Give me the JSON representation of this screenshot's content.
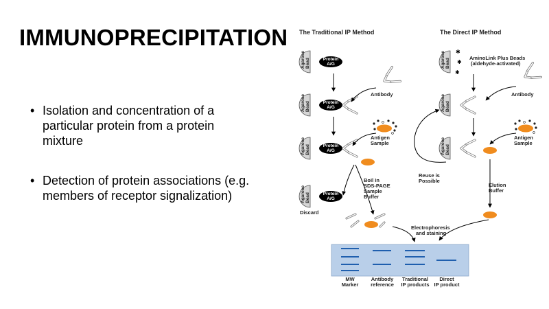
{
  "slide": {
    "title": "IMMUNOPRECIPITATION",
    "bullets": [
      "Isolation and concentration of a particular protein from a protein mixture",
      "Detection of protein associations (e.g. members of receptor signalization)"
    ]
  },
  "diagram": {
    "traditional_header": "The Traditional IP Method",
    "direct_header": "The Direct IP Method",
    "bead_label_1": "Agarose",
    "bead_label_2": "Bead",
    "protein_label_1": "Protein",
    "protein_label_2": "A/G",
    "aminolink_1": "AminoLink Plus Beads",
    "aminolink_2": "(aldehyde-activated)",
    "antibody": "Antibody",
    "antigen_1": "Antigen",
    "antigen_2": "Sample",
    "boil_1": "Boil in",
    "boil_2": "SDS-PAGE",
    "boil_3": "Sample",
    "boil_4": "Buffer",
    "discard": "Discard",
    "reuse_1": "Reuse is",
    "reuse_2": "Possible",
    "elution_1": "Elution",
    "elution_2": "Buffer",
    "electro_1": "Electrophoresis",
    "electro_2": "and staining",
    "lanes": [
      {
        "line1": "MW",
        "line2": "Marker"
      },
      {
        "line1": "Antibody",
        "line2": "reference"
      },
      {
        "line1": "Traditional",
        "line2": "IP products"
      },
      {
        "line1": "Direct",
        "line2": "IP product"
      }
    ]
  },
  "colors": {
    "antigen": "#f08c1e",
    "gel": "#b9cfe9",
    "band": "#1f5fae",
    "protein_ag": "#000000",
    "bead": "#d6d6d6"
  }
}
